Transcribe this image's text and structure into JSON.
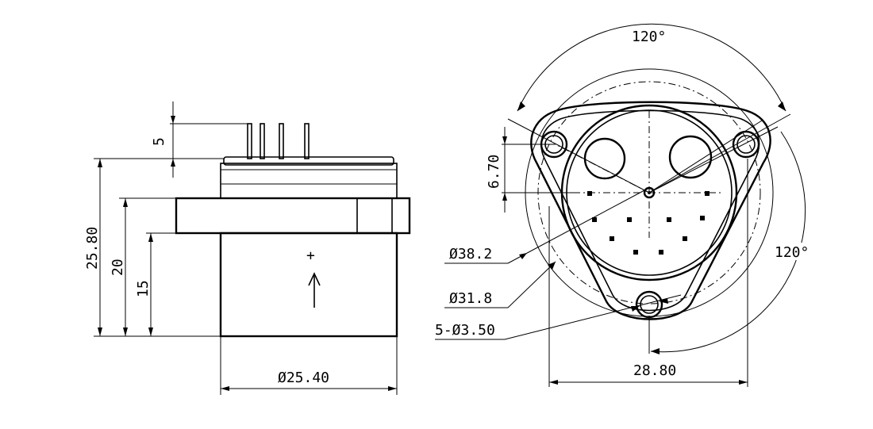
{
  "side_view": {
    "dim_pin_length": "5",
    "dim_total_height": "25.80",
    "dim_flange_top": "20",
    "dim_flange_bottom": "15",
    "dim_body_diameter": "Ø25.40",
    "direction_sign": "+"
  },
  "top_view": {
    "angle_top": "120°",
    "angle_right": "120°",
    "dim_hole_offset": "6.70",
    "dim_outer_circle": "Ø38.2",
    "dim_bolt_circle": "Ø31.8",
    "dim_holes": "5-Ø3.50",
    "dim_width": "28.80"
  }
}
